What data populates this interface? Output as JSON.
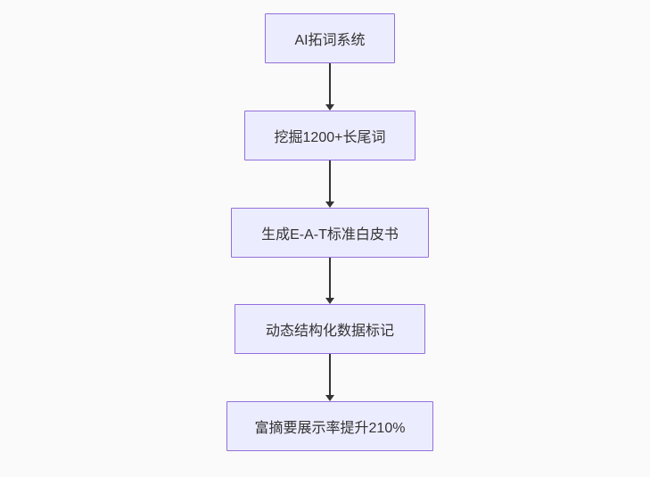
{
  "flowchart": {
    "type": "flowchart-vertical",
    "direction": "top-down",
    "colors": {
      "background": "#fafafa",
      "node-fill": "#ECECFF",
      "node-border": "#9370DB",
      "text-color": "#333333",
      "arrow-color": "#333333"
    },
    "nodes": [
      {
        "id": "A",
        "label": "AI拓词系统"
      },
      {
        "id": "B",
        "label": "挖掘1200+长尾词"
      },
      {
        "id": "C",
        "label": "生成E-A-T标准白皮书"
      },
      {
        "id": "D",
        "label": "动态结构化数据标记"
      },
      {
        "id": "E",
        "label": "富摘要展示率提升210%"
      }
    ],
    "edges": [
      {
        "from": "A",
        "to": "B"
      },
      {
        "from": "B",
        "to": "C"
      },
      {
        "from": "C",
        "to": "D"
      },
      {
        "from": "D",
        "to": "E"
      }
    ]
  }
}
